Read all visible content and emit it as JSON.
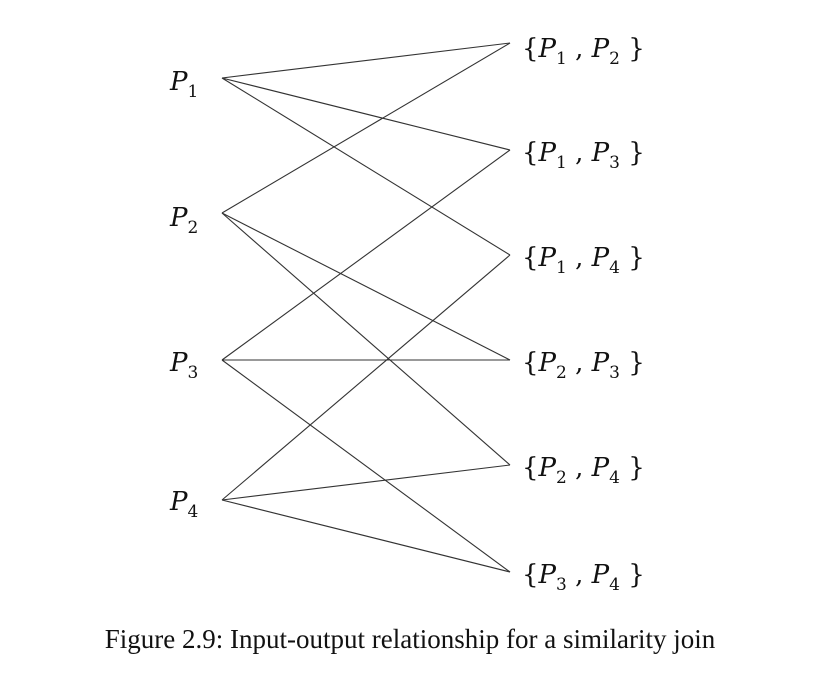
{
  "inputs": [
    {
      "id": "P1",
      "letter": "P",
      "sub": "1"
    },
    {
      "id": "P2",
      "letter": "P",
      "sub": "2"
    },
    {
      "id": "P3",
      "letter": "P",
      "sub": "3"
    },
    {
      "id": "P4",
      "letter": "P",
      "sub": "4"
    }
  ],
  "outputs": [
    {
      "id": "P1P2",
      "pair": [
        "1",
        "2"
      ]
    },
    {
      "id": "P1P3",
      "pair": [
        "1",
        "3"
      ]
    },
    {
      "id": "P1P4",
      "pair": [
        "1",
        "4"
      ]
    },
    {
      "id": "P2P3",
      "pair": [
        "2",
        "3"
      ]
    },
    {
      "id": "P2P4",
      "pair": [
        "2",
        "4"
      ]
    },
    {
      "id": "P3P4",
      "pair": [
        "3",
        "4"
      ]
    }
  ],
  "edges": [
    [
      "P1",
      "P1P2"
    ],
    [
      "P1",
      "P1P3"
    ],
    [
      "P1",
      "P1P4"
    ],
    [
      "P2",
      "P1P2"
    ],
    [
      "P2",
      "P2P3"
    ],
    [
      "P2",
      "P2P4"
    ],
    [
      "P3",
      "P1P3"
    ],
    [
      "P3",
      "P2P3"
    ],
    [
      "P3",
      "P3P4"
    ],
    [
      "P4",
      "P1P4"
    ],
    [
      "P4",
      "P2P4"
    ],
    [
      "P4",
      "P3P4"
    ]
  ],
  "caption": "Figure 2.9: Input-output relationship for a similarity join"
}
